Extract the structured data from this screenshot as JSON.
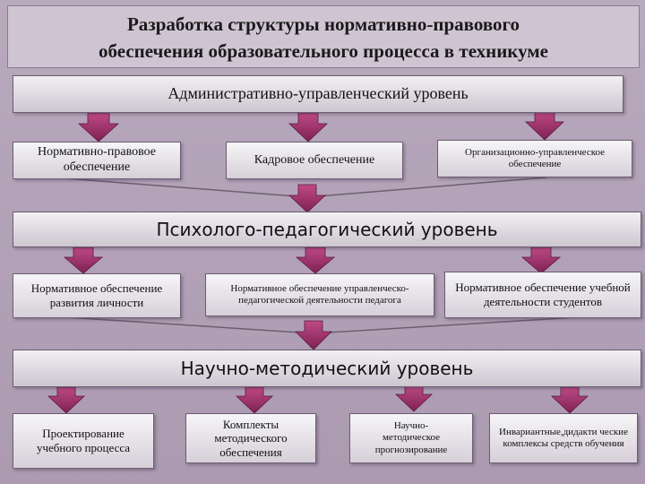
{
  "title": {
    "line1": "Разработка структуры нормативно-правового",
    "line2": "обеспечения образовательного процесса в техникуме"
  },
  "levels": [
    {
      "label": "Административно-управленческий уровень",
      "items": [
        "Нормативно-правовое обеспечение",
        "Кадровое обеспечение",
        "Организационно-управленческое обеспечение"
      ]
    },
    {
      "label": "Психолого-педагогический уровень",
      "items": [
        "Нормативное обеспечение развития личности",
        "Нормативное обеспечение управленческо-педагогической деятельности педагога",
        "Нормативное обеспечение учебной деятельности студентов"
      ]
    },
    {
      "label": "Научно-методический уровень",
      "items": [
        "Проектирование учебного процесса",
        "Комплекты методического обеспечения",
        "Научно-методическое прогнозирование",
        "Инвариантные,дидакти ческие комплексы средств обучения"
      ]
    }
  ],
  "colors": {
    "arrow": "#a2336f",
    "arrow_dark": "#6e1f4b",
    "background": "#b4a4b9"
  }
}
